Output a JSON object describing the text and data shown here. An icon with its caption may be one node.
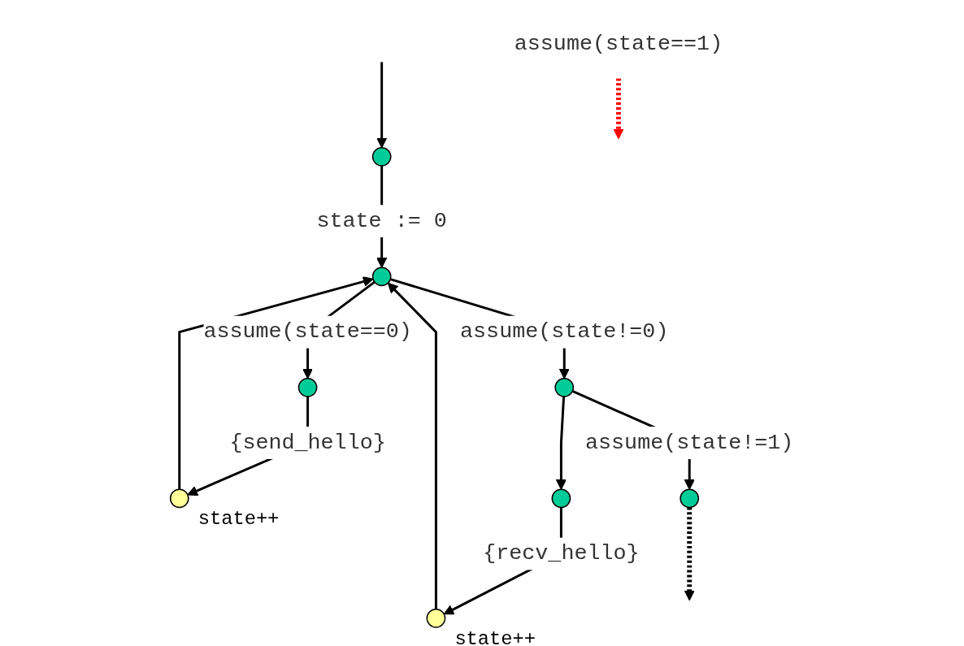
{
  "diagram": {
    "nodes": [
      {
        "text": [],
        "shape": "circle"
      },
      {
        "text": [],
        "shape": "circle"
      },
      {
        "text": [],
        "shape": "circle"
      },
      {
        "text": [],
        "shape": "circle"
      },
      {
        "text": [],
        "shape": "circle",
        "beside": [
          "state++"
        ]
      },
      {
        "text": [],
        "shape": "circle"
      },
      {
        "text": [],
        "shape": "circle"
      },
      {
        "text": [],
        "shape": "circle",
        "beside": [
          "state++"
        ]
      },
      {
        "text": [
          "assume(state==1)"
        ]
      }
    ],
    "edges": [
      {
        "from": null,
        "to": 0,
        "arrow": "to"
      },
      {
        "from": 0,
        "to": 1,
        "arrow": "to",
        "label": "state := 0"
      },
      {
        "from": 1,
        "to": 2,
        "arrow": "to",
        "label": "assume(state==0)"
      },
      {
        "from": 1,
        "to": 3,
        "arrow": "to",
        "label": "assume(state!=0)"
      },
      {
        "from": 2,
        "to": 4,
        "arrow": "to",
        "label": "{send_hello}"
      },
      {
        "from": 4,
        "to": 1,
        "arrow": "to"
      },
      {
        "from": 3,
        "to": 5,
        "arrow": "to"
      },
      {
        "from": 3,
        "to": 6,
        "arrow": "to",
        "label": "assume(state!=1)"
      },
      {
        "from": 6,
        "to": null,
        "arrow": "to",
        "style": "dashed"
      },
      {
        "from": 5,
        "to": 7,
        "arrow": "to",
        "label": "{recv_hello}"
      },
      {
        "from": 7,
        "to": 1,
        "arrow": "to"
      },
      {
        "from": 8,
        "to": null,
        "arrow": "to",
        "style": "dashed",
        "color": "#ff0000"
      }
    ]
  }
}
